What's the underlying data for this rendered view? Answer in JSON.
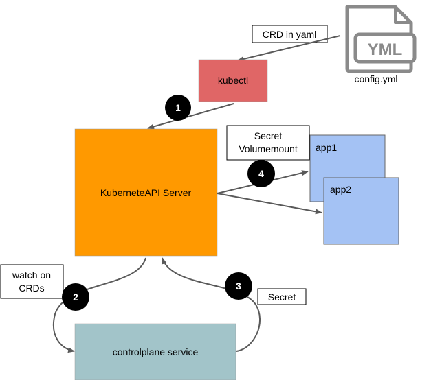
{
  "file": {
    "icon_label": "YML",
    "name": "config.yml"
  },
  "labels": {
    "crd_in_yaml": "CRD in yaml",
    "kubectl": "kubectl",
    "api_server": "KuberneteAPI Server",
    "secret_volumemount_line1": "Secret",
    "secret_volumemount_line2": "Volumemount",
    "app1": "app1",
    "app2": "app2",
    "watch_on_line1": "watch on",
    "watch_on_line2": "CRDs",
    "secret": "Secret",
    "controlplane": "controlplane service"
  },
  "steps": [
    "1",
    "2",
    "3",
    "4"
  ],
  "colors": {
    "kubectl_fill": "#e06666",
    "api_server_fill": "#ff9900",
    "app_fill": "#a4c2f4",
    "controlplane_fill": "#a2c4c9",
    "arrow": "#595959",
    "step_badge": "#000000",
    "icon_stroke": "#8a8a8a"
  }
}
